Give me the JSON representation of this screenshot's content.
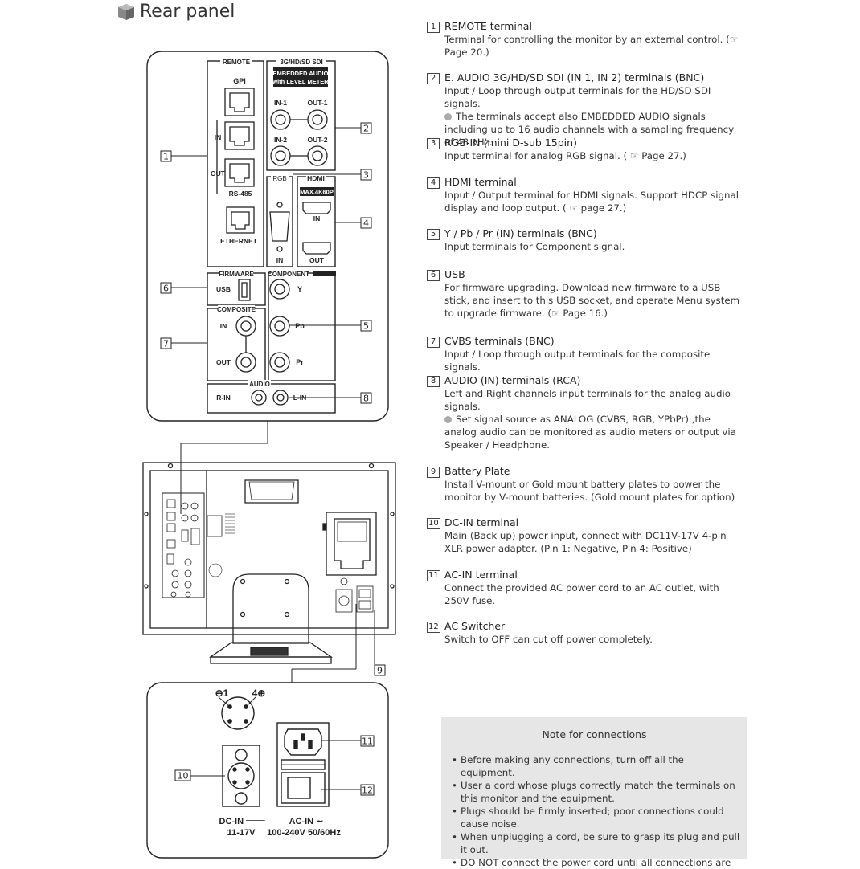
{
  "heading": "Rear panel",
  "panel_labels": {
    "remote": "REMOTE",
    "sdi_group": "3G/HD/SD SDI",
    "embedded_audio_1": "EMBEDDED AUDIO",
    "embedded_audio_2": "with LEVEL METER",
    "gpi": "GPI",
    "in_1": "IN-1",
    "out_1": "OUT-1",
    "in_2": "IN-2",
    "out_2": "OUT-2",
    "rs_in": "IN",
    "rs_out": "OUT",
    "rs485": "RS-485",
    "ethernet": "ETHERNET",
    "rgb": "RGB",
    "rgb_in": "IN",
    "hdmi": "HDMI",
    "hdmi_max": "MAX.4K60P",
    "hdmi_in": "IN",
    "hdmi_out": "OUT",
    "firmware": "FIRMWARE",
    "usb": "USB",
    "component": "COMPONENT",
    "y": "Y",
    "pb": "Pb",
    "pr": "Pr",
    "composite": "COMPOSITE",
    "comp_in": "IN",
    "comp_out": "OUT",
    "audio": "AUDIO",
    "r_in": "R-IN",
    "l_in": "L-IN",
    "pin1": "⊖1",
    "pin4": "4⊕",
    "dc_in": "DC-IN ═══",
    "dc_volt": "11-17V",
    "ac_in": "AC-IN ∼",
    "ac_volt": "100-240V 50/60Hz"
  },
  "callouts": [
    "1",
    "2",
    "3",
    "4",
    "5",
    "6",
    "7",
    "8",
    "9",
    "10",
    "11",
    "12"
  ],
  "items": [
    {
      "num": "1",
      "title": "REMOTE terminal",
      "lines": [
        "Terminal for controlling the monitor by an external control. (☞ Page 20.)"
      ]
    },
    {
      "num": "2",
      "title": "E. AUDIO 3G/HD/SD SDI (IN 1, IN 2) terminals (BNC)",
      "lines": [
        "Input / Loop through output terminals for the HD/SD SDI signals."
      ],
      "bullet": "The terminals accept also EMBEDDED AUDIO signals including up to 16 audio channels with a sampling frequency of 48 kHz."
    },
    {
      "num": "3",
      "title": "RGB-IN (mini D-sub 15pin)",
      "lines": [
        "Input terminal for analog RGB signal. ( ☞ Page 27.)"
      ]
    },
    {
      "num": "4",
      "title": "HDMI terminal",
      "lines": [
        "Input / Output terminal for HDMI signals. Support HDCP signal display and loop output. (  ☞ page 27.)"
      ]
    },
    {
      "num": "5",
      "title": "Y / Pb / Pr (IN) terminals (BNC)",
      "lines": [
        "Input terminals for Component signal."
      ]
    },
    {
      "num": "6",
      "title": "USB",
      "lines": [
        "For firmware upgrading. Download new firmware to a USB stick, and insert to this USB socket, and operate Menu system to upgrade firmware. (☞ Page 16.)"
      ]
    },
    {
      "num": "7",
      "title": "CVBS terminals (BNC)",
      "lines": [
        "Input / Loop through output terminals for the composite signals."
      ]
    },
    {
      "num": "8",
      "title": "AUDIO (IN) terminals (RCA)",
      "lines": [
        "Left and Right channels input terminals for the analog audio signals."
      ],
      "bullet": "Set signal source as ANALOG (CVBS, RGB, YPbPr) ,the analog audio can be monitored as audio meters or output via Speaker / Headphone."
    },
    {
      "num": "9",
      "title": " Battery Plate",
      "lines": [
        "Install V-mount or Gold mount battery plates to power the monitor by V-mount batteries. (Gold mount plates for option)"
      ]
    },
    {
      "num": "10",
      "title": "DC-IN terminal",
      "lines": [
        "Main (Back up) power input, connect with DC11V-17V 4-pin XLR power adapter. (Pin 1: Negative, Pin 4: Positive)"
      ]
    },
    {
      "num": "11",
      "title": "AC-IN terminal",
      "lines": [
        "Connect the provided AC power cord to an AC outlet, with 250V fuse."
      ]
    },
    {
      "num": "12",
      "title": "AC Switcher",
      "lines": [
        "Switch to OFF can cut off power completely."
      ]
    }
  ],
  "note": {
    "title": "Note for connections",
    "items": [
      "Before making any connections, turn off all the equipment.",
      "User a cord whose plugs correctly match the terminals on this monitor and the equipment.",
      "Plugs should be firmly inserted; poor connections could cause noise.",
      "When unplugging a cord, be sure to grasp its plug and pull it out.",
      "DO NOT connect the power cord until all connections are"
    ]
  }
}
